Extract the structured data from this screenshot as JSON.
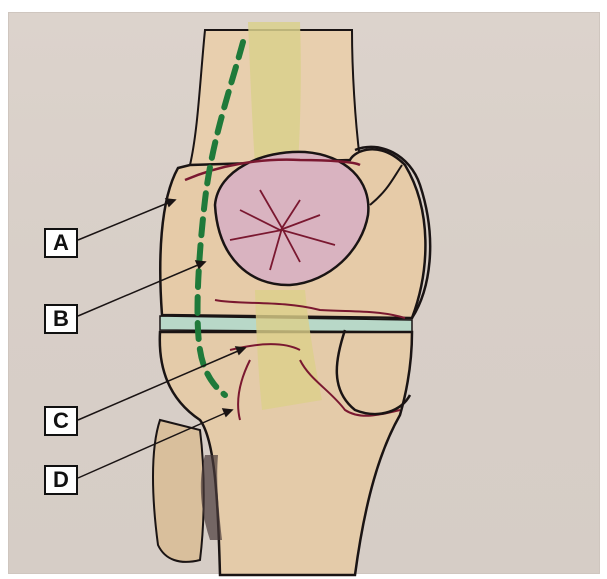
{
  "labels": [
    {
      "id": "A",
      "text": "A"
    },
    {
      "id": "B",
      "text": "B"
    },
    {
      "id": "C",
      "text": "C"
    },
    {
      "id": "D",
      "text": "D"
    }
  ],
  "colors": {
    "background": "#d8cfc8",
    "outline": "#1a1414",
    "vessel": "#7a1830",
    "patella": "#d9b3c0",
    "tendon": "#d8cf8a",
    "cartilage": "#b8d8c8",
    "dashed_line": "#1f7a3a",
    "bone": "#e2c7a6"
  },
  "icons": {
    "arrow": "leader-arrow"
  }
}
